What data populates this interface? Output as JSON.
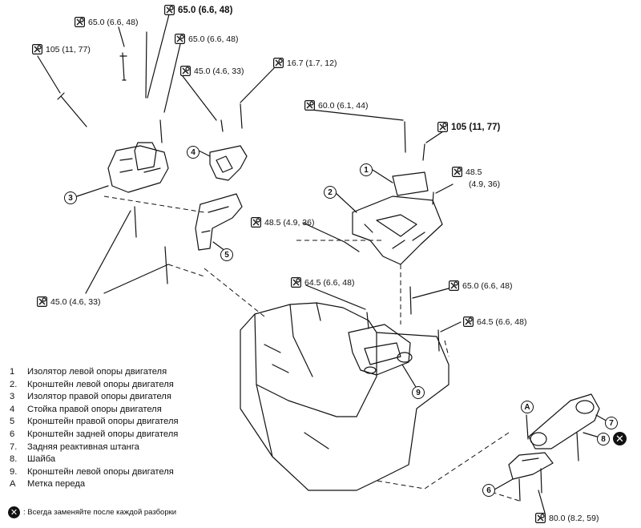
{
  "torques": [
    {
      "id": "t1",
      "value": "65.0 (6.6, 48)",
      "bold": false
    },
    {
      "id": "t2",
      "value": "65.0 (6.6, 48)",
      "bold": true
    },
    {
      "id": "t3",
      "value": "105 (11, 77)",
      "bold": false
    },
    {
      "id": "t4",
      "value": "65.0 (6.6, 48)",
      "bold": false
    },
    {
      "id": "t5",
      "value": "45.0 (4.6, 33)",
      "bold": false
    },
    {
      "id": "t6",
      "value": "16.7 (1.7, 12)",
      "bold": false
    },
    {
      "id": "t7",
      "value": "60.0 (6.1, 44)",
      "bold": false
    },
    {
      "id": "t8",
      "value": "105 (11, 77)",
      "bold": true
    },
    {
      "id": "t9a",
      "value": "48.5",
      "bold": false
    },
    {
      "id": "t9b",
      "value": "(4.9, 36)",
      "bold": false
    },
    {
      "id": "t10",
      "value": "48.5 (4.9, 36)",
      "bold": false
    },
    {
      "id": "t11",
      "value": "45.0 (4.6, 33)",
      "bold": false
    },
    {
      "id": "t12",
      "value": "64.5 (6.6, 48)",
      "bold": false
    },
    {
      "id": "t13",
      "value": "65.0 (6.6, 48)",
      "bold": false
    },
    {
      "id": "t14",
      "value": "64.5 (6.6, 48)",
      "bold": false
    },
    {
      "id": "t15",
      "value": "80.0 (8.2, 59)",
      "bold": false
    }
  ],
  "callouts": [
    "1",
    "2",
    "3",
    "4",
    "5",
    "6",
    "7",
    "8",
    "9",
    "A"
  ],
  "legend": [
    {
      "num": "1",
      "text": "Изолятор левой опоры двигателя"
    },
    {
      "num": "2.",
      "text": "Кронштейн левой опоры двигателя"
    },
    {
      "num": "3",
      "text": "Изолятор правой опоры двигателя"
    },
    {
      "num": "4",
      "text": "Стойка правой опоры двигателя"
    },
    {
      "num": "5",
      "text": "Кронштейн правой опоры двигателя"
    },
    {
      "num": "6",
      "text": "Кронштейн задней опоры двигателя"
    },
    {
      "num": "7.",
      "text": "Задняя реактивная штанга"
    },
    {
      "num": "8.",
      "text": "Шайба"
    },
    {
      "num": "9.",
      "text": "Кронштейн левой опоры двигателя"
    },
    {
      "num": "A",
      "text": "Метка переда"
    }
  ],
  "note": ": Всегда заменяйте после каждой разборки",
  "icons": {
    "torque": "torque-wrench-icon",
    "replace": "replace-x-icon"
  }
}
